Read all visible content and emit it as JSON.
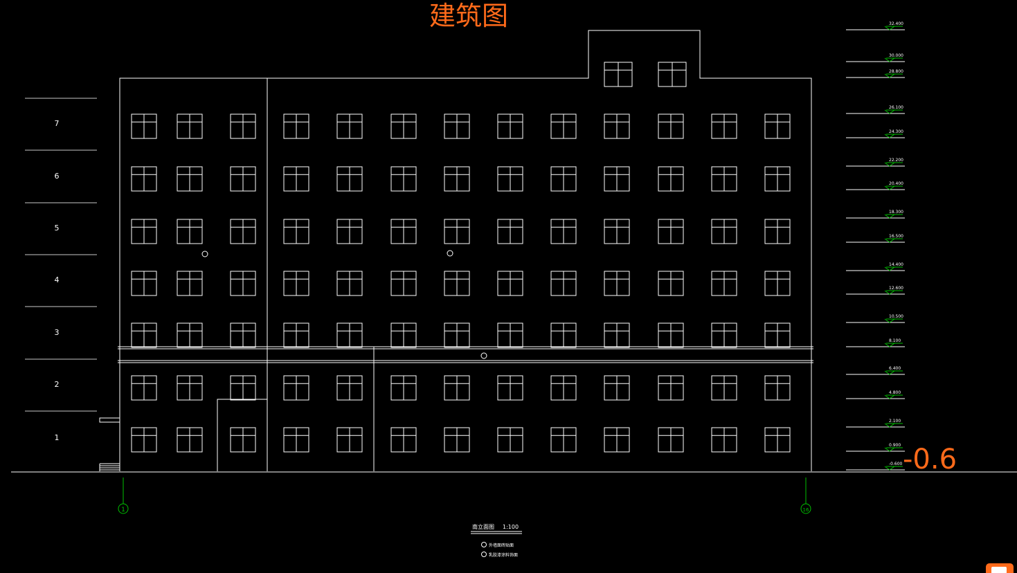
{
  "title": "建筑图",
  "big_label": "-0.6",
  "floor_numbers": [
    "7",
    "6",
    "5",
    "4",
    "3",
    "2",
    "1"
  ],
  "elevations": [
    "32.400",
    "30.000",
    "28.800",
    "26.100",
    "24.300",
    "22.200",
    "20.400",
    "18.300",
    "16.500",
    "14.400",
    "12.600",
    "10.500",
    "8.100",
    "6.400",
    "4.800",
    "2.100",
    "0.900",
    "-0.600"
  ],
  "axis_start": "1",
  "axis_end": "16",
  "drawing_name": "南立面图",
  "scale": "1:100",
  "notes": [
    "外墙面砖贴面",
    "乳胶漆涂料饰面"
  ],
  "facade_markers": [
    "①",
    "①",
    "②"
  ],
  "colors": {
    "background": "#000000",
    "line": "#ffffff",
    "axis": "#00c000",
    "annotation": "#ff6a1a"
  }
}
